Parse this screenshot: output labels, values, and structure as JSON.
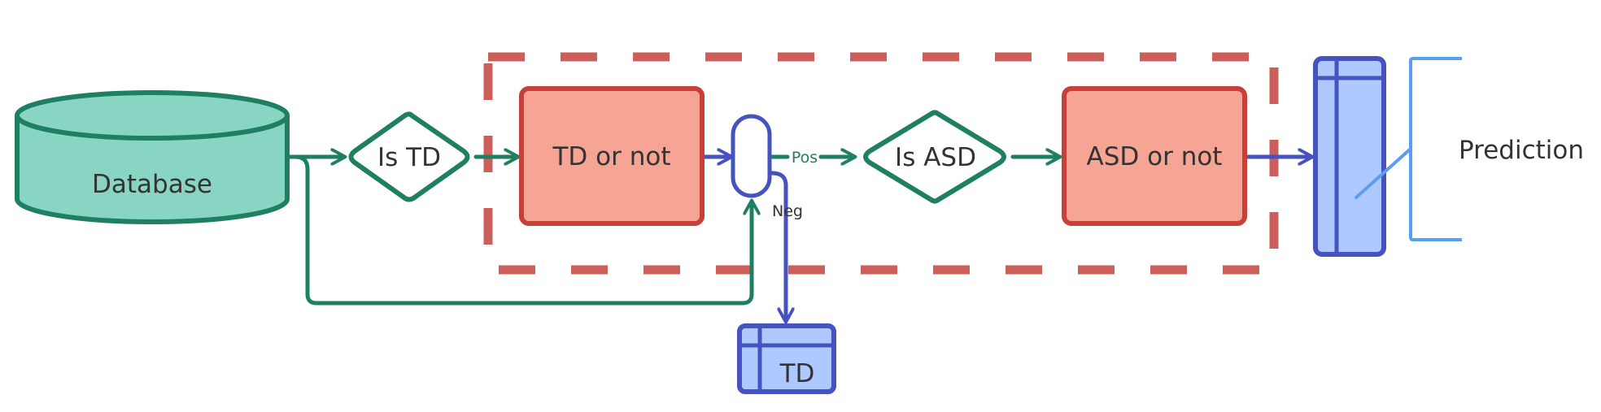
{
  "colors": {
    "green_stroke": "#1f7f62",
    "green_fill": "#88d5c4",
    "red_stroke": "#c8403a",
    "red_fill": "#f6a594",
    "dash_red": "#cc5f5a",
    "blue_stroke": "#4652c0",
    "blue_fill": "#adc9ff",
    "bracket_blue": "#5a9ef2",
    "text": "#333333"
  },
  "nodes": {
    "database": "Database",
    "is_td": "Is TD",
    "td_or_not": "TD or not",
    "is_asd": "Is ASD",
    "asd_or_not": "ASD or not",
    "td_table": "TD",
    "prediction": "Prediction"
  },
  "edges": {
    "pos": "Pos",
    "neg": "Neg"
  }
}
